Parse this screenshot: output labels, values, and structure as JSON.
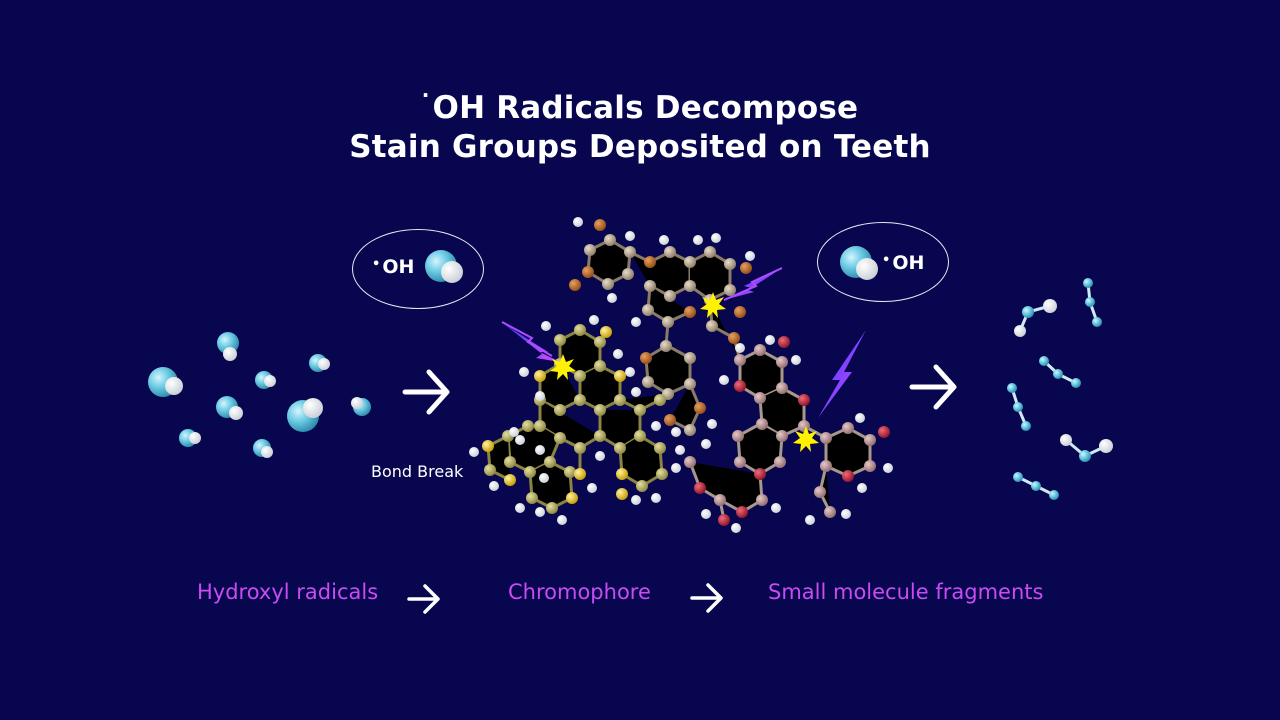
{
  "title": {
    "radical_dot": "·",
    "line1": "OH Radicals Decompose",
    "line2": "Stain Groups Deposited on Teeth"
  },
  "left_badge": {
    "bullet": "•",
    "label": "OH"
  },
  "right_badge": {
    "bullet": "•",
    "label": "OH"
  },
  "annotation": "Bond Break",
  "steps": [
    {
      "label": "Hydroxyl radicals"
    },
    {
      "label": "Chromophore"
    },
    {
      "label": "Small molecule fragments"
    }
  ],
  "colors": {
    "background": "#07064f",
    "step_label": "#c84cf2",
    "radical_sphere": "#5fc3de",
    "lightning": "#8a3cff",
    "spark": "#fff200"
  }
}
